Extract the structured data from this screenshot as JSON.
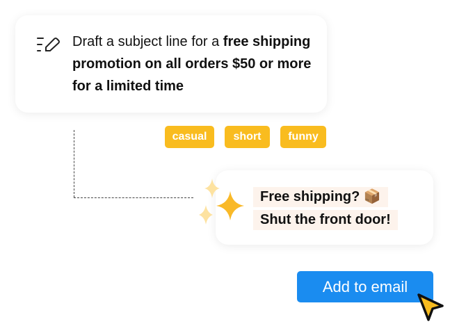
{
  "prompt": {
    "icon": "edit-list-icon",
    "text_regular": "Draft a subject line for a ",
    "text_bold": "free shipping promotion on all orders $50 or more for a limited time"
  },
  "tags": [
    "casual",
    "short",
    "funny"
  ],
  "result": {
    "icon": "sparkles-icon",
    "lines": [
      "Free shipping? 📦",
      "Shut the front door!"
    ]
  },
  "action": {
    "label": "Add to email"
  },
  "colors": {
    "tag": "#f9bc1f",
    "button": "#1a8cf0",
    "highlight": "#fdf3ec",
    "sparkle": "#f9b928"
  }
}
